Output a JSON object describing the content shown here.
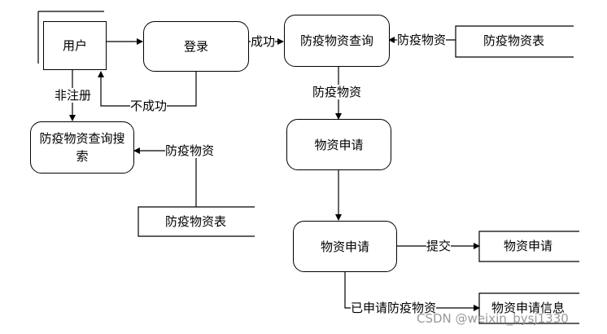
{
  "entity": {
    "user": "用户"
  },
  "processes": {
    "login": "登录",
    "query": "防疫物资查询",
    "search": "防疫物资查询搜索",
    "apply1": "物资申请",
    "apply2": "物资申请"
  },
  "stores": {
    "supplies_right": "防疫物资表",
    "supplies_left": "防疫物资表",
    "apply_out": "物资申请",
    "apply_info": "物资申请信息"
  },
  "flows": {
    "success": "成功",
    "fail": "不成功",
    "unregistered": "非注册",
    "supplies_to_query": "防疫物资",
    "query_to_apply": "防疫物资",
    "supplies_to_search": "防疫物资",
    "submit": "提交",
    "applied": "已申请防疫物资"
  },
  "watermark": "CSDN @weixin_bysj1330"
}
